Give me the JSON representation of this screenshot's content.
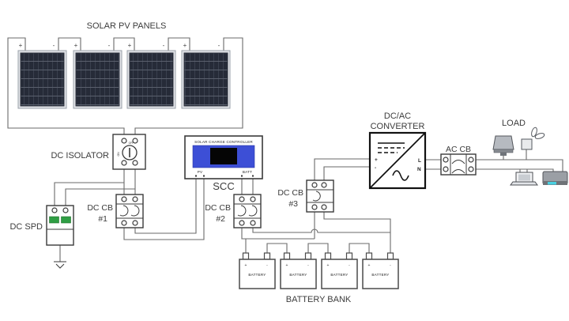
{
  "title": "SOLAR PV PANELS",
  "signs": {
    "plus": "+",
    "minus": "-"
  },
  "isolator": {
    "label": "DC ISOLATOR",
    "off": "OFF",
    "on": "ON"
  },
  "spd": {
    "label": "DC SPD"
  },
  "cb1": {
    "line1": "DC CB",
    "line2": "#1"
  },
  "cb2": {
    "line1": "DC CB",
    "line2": "#2"
  },
  "cb3": {
    "line1": "DC CB",
    "line2": "#3"
  },
  "accb": {
    "label": "AC CB"
  },
  "scc": {
    "header": "SOLAR CHARGE CONTROLLER",
    "abbr": "SCC",
    "pv": "PV",
    "batt": "BATT"
  },
  "converter": {
    "line1": "DC/AC",
    "line2": "CONVERTER",
    "live": "L",
    "neutral": "N"
  },
  "load": {
    "label": "LOAD"
  },
  "battery": {
    "cell": "BATTERY",
    "bank": "BATTERY BANK"
  },
  "colors": {
    "wire": "#6a6a6a",
    "screen_blue": "#3d4fd6",
    "lcd_black": "#050505",
    "spd_green": "#2f9e44",
    "microwave_teal": "#49cfe0"
  }
}
